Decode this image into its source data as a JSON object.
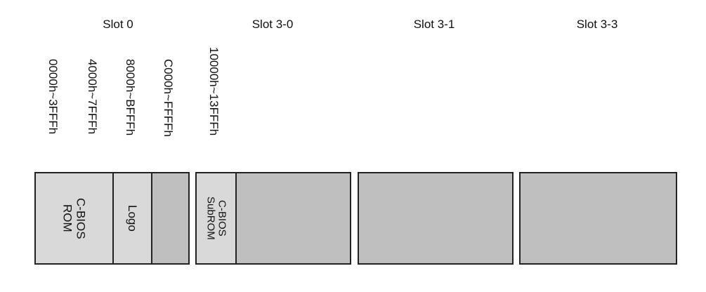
{
  "slots": [
    {
      "title": "Slot 0"
    },
    {
      "title": "Slot 3-0"
    },
    {
      "title": "Slot 3-1"
    },
    {
      "title": "Slot 3-3"
    }
  ],
  "addresses": [
    "0000h~3FFFh",
    "4000h~7FFFh",
    "8000h~BFFFh",
    "C000h~FFFFh",
    "10000h~13FFFh"
  ],
  "blocks": {
    "cbios_rom": "C-BIOS\nROM",
    "logo": "Logo",
    "cbios_subrom": "C-BIOS\nSubROM"
  },
  "colors": {
    "used": "#d9d9d9",
    "empty": "#bfbfbf",
    "border": "#222222"
  }
}
